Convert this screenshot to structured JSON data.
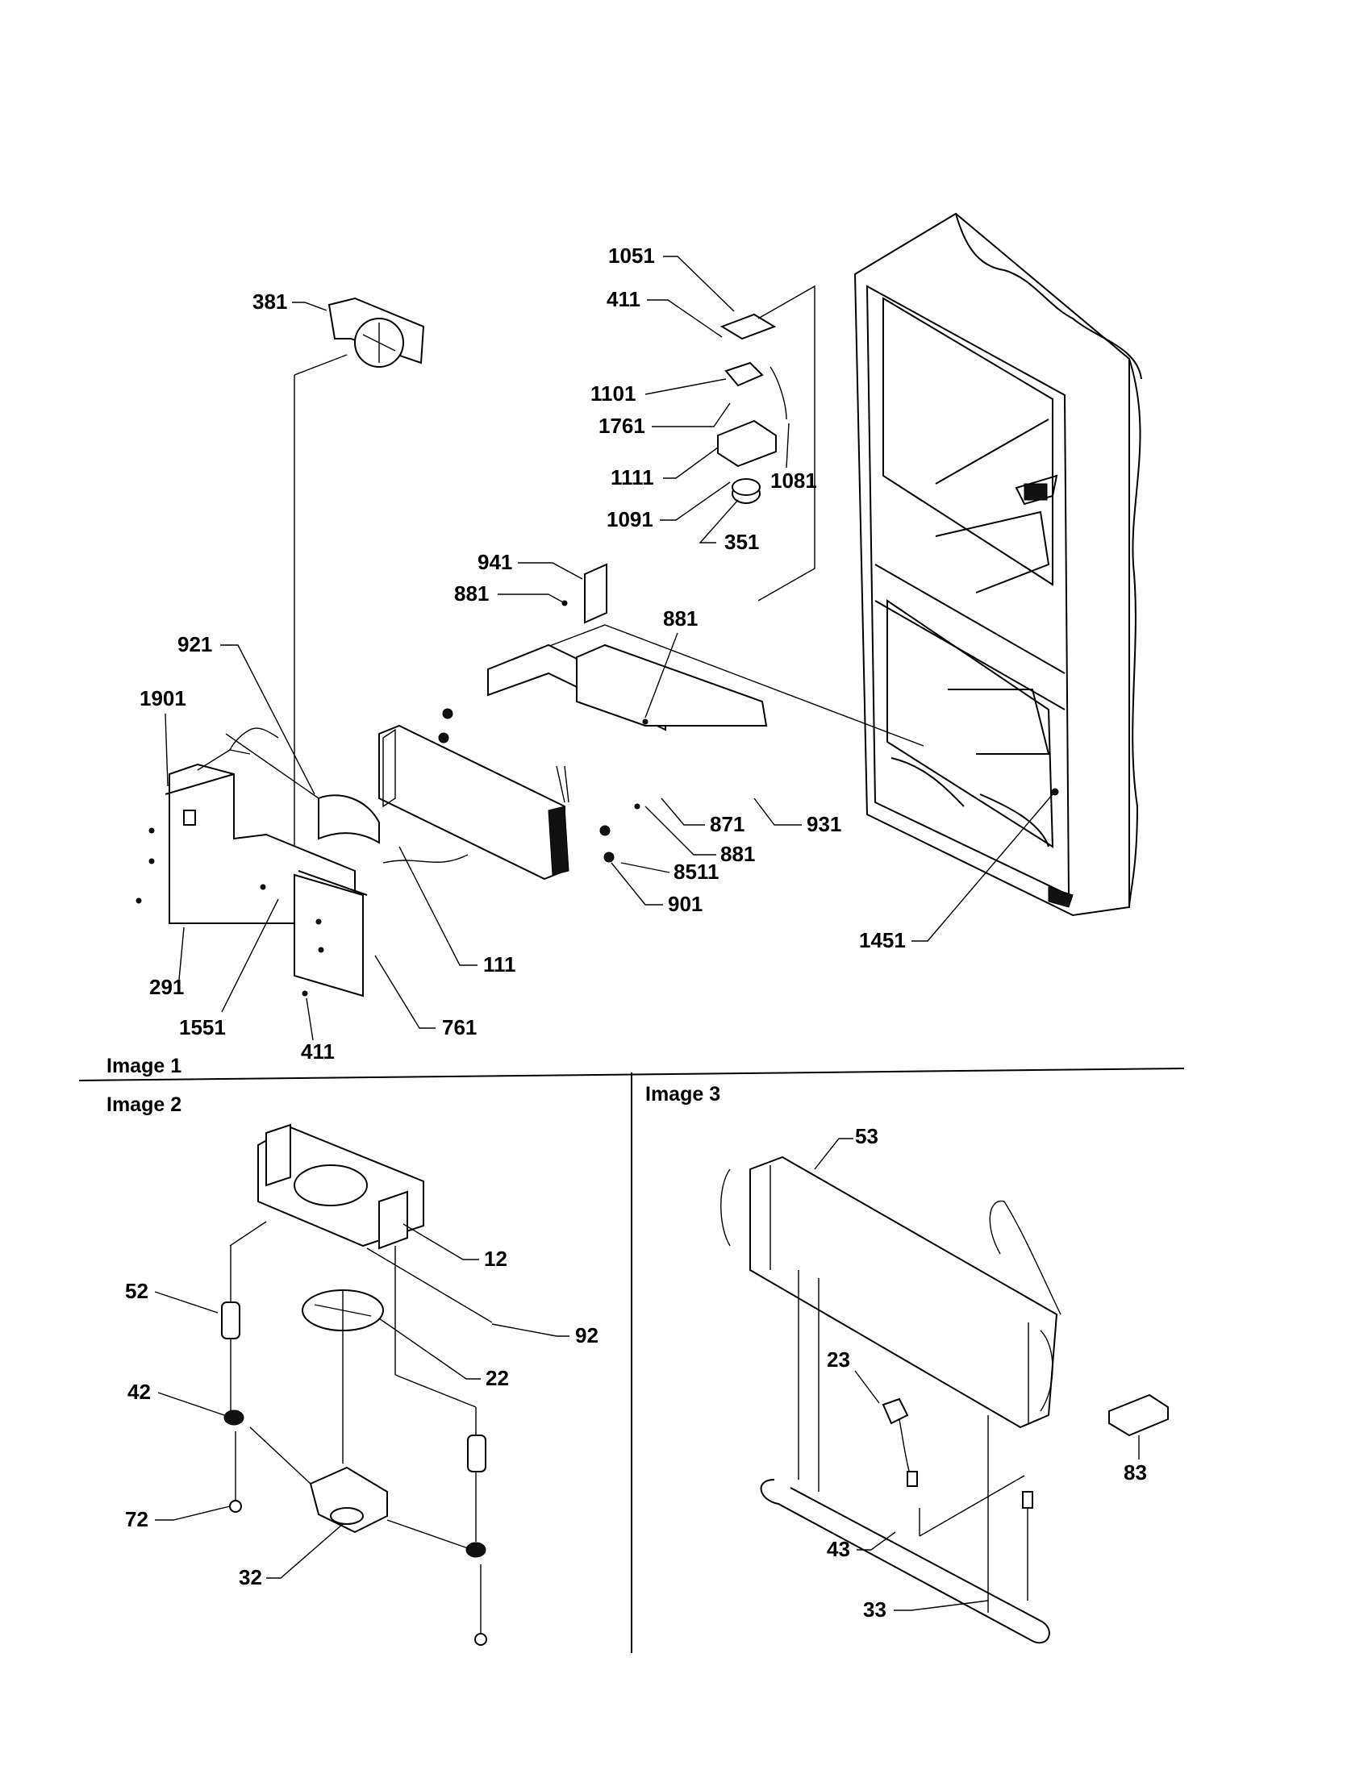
{
  "panels": [
    {
      "title": "Image 1"
    },
    {
      "title": "Image 2"
    },
    {
      "title": "Image 3"
    }
  ],
  "callouts": {
    "image1": [
      "1051",
      "411",
      "381",
      "1101",
      "1761",
      "1111",
      "1081",
      "1091",
      "351",
      "941",
      "881",
      "921",
      "881",
      "1901",
      "871",
      "931",
      "881",
      "8511",
      "901",
      "111",
      "291",
      "1551",
      "761",
      "411",
      "1451"
    ],
    "image2": [
      "12",
      "52",
      "92",
      "22",
      "42",
      "72",
      "32"
    ],
    "image3": [
      "53",
      "23",
      "83",
      "43",
      "33"
    ]
  }
}
